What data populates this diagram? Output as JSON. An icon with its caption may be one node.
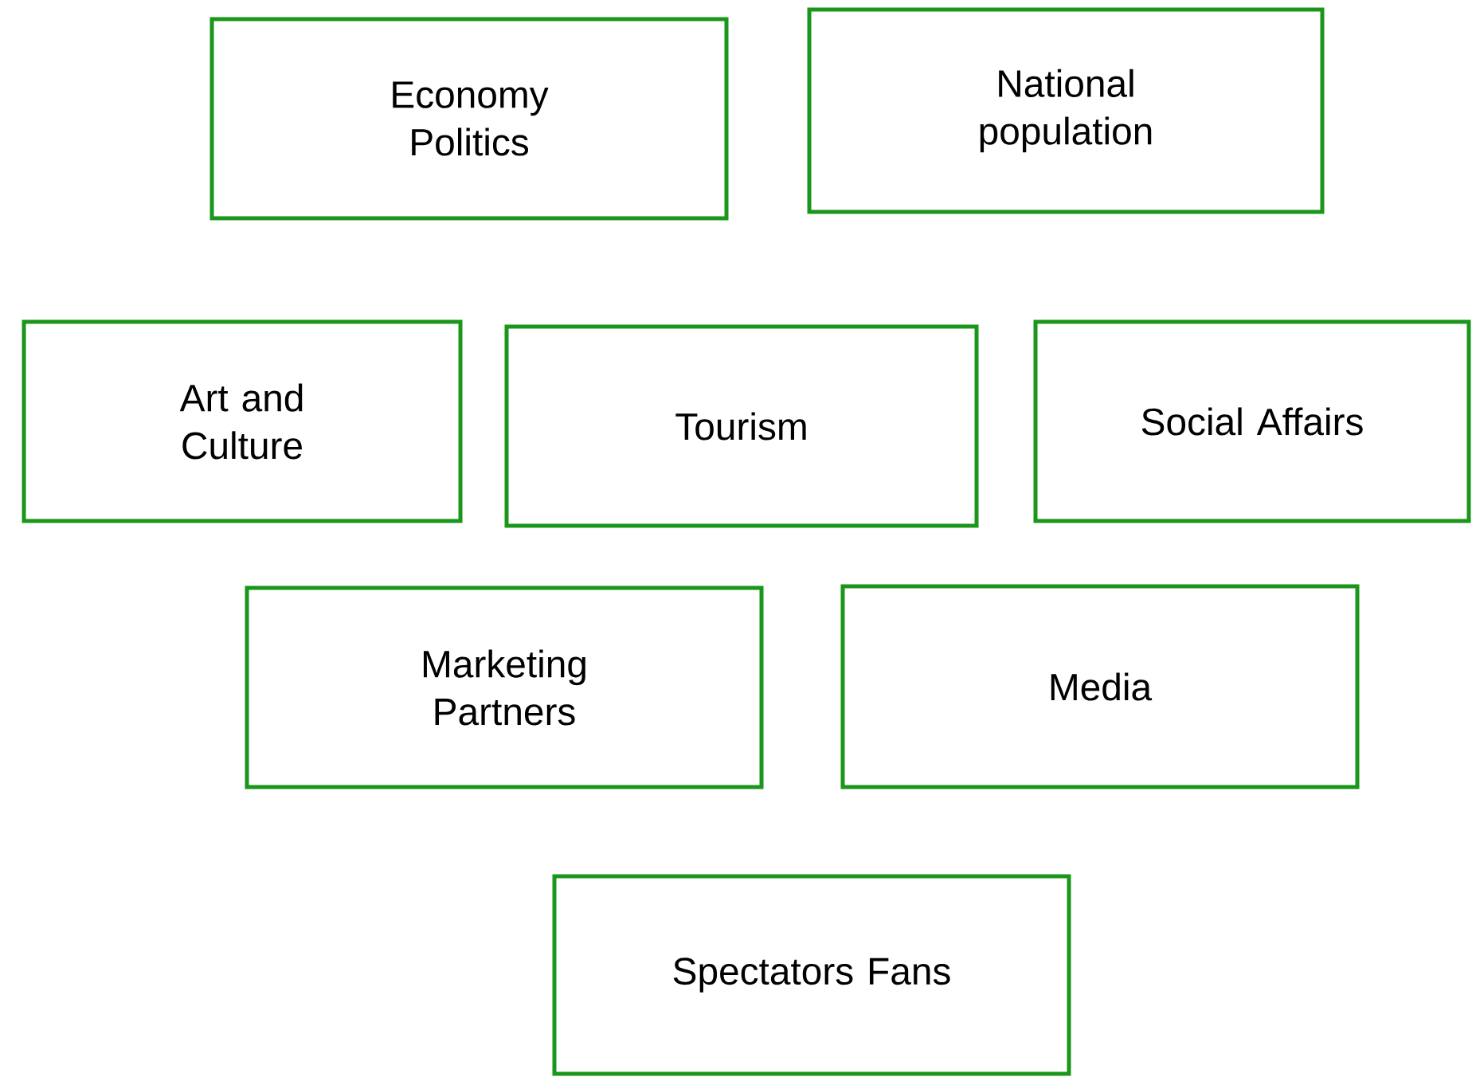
{
  "diagram": {
    "nodes": [
      {
        "text": [
          "Economy Politics"
        ]
      },
      {
        "text": [
          "National population"
        ]
      },
      {
        "text": [
          "Art and Culture"
        ]
      },
      {
        "text": [
          "Tourism"
        ]
      },
      {
        "text": [
          "Social Affairs"
        ]
      },
      {
        "text": [
          "Marketing Partners"
        ]
      },
      {
        "text": [
          "Media"
        ]
      },
      {
        "text": [
          "Spectators Fans"
        ]
      }
    ]
  }
}
